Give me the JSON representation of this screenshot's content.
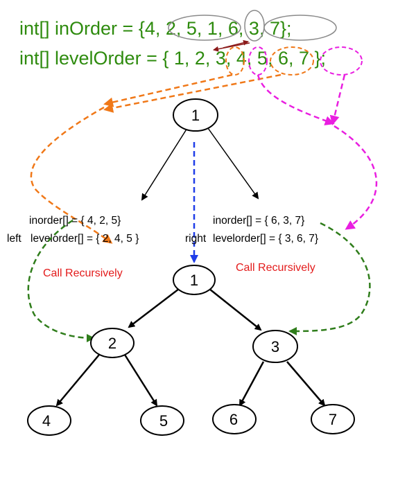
{
  "code": {
    "line1": "int[] inOrder = {4, 2, 5, 1, 6, 3, 7};",
    "line2": "int[] levelOrder = { 1, 2, 3, 4, 5, 6, 7 };"
  },
  "left_subtree": {
    "inorder": "inorder[] = { 4, 2, 5}",
    "prefix": "left",
    "levelorder": "levelorder[] = { 2, 4, 5 }",
    "call": "Call Recursively"
  },
  "right_subtree": {
    "inorder": "inorder[] = { 6, 3, 7}",
    "prefix": "right",
    "levelorder": "levelorder[] = { 3, 6, 7}",
    "call": "Call Recursively"
  },
  "nodes": {
    "top_root": "1",
    "root": "1",
    "n2": "2",
    "n3": "3",
    "n4": "4",
    "n5": "5",
    "n6": "6",
    "n7": "7"
  },
  "colors": {
    "code_green": "#2e8b0e",
    "orange": "#f07818",
    "magenta": "#e91ee0",
    "blue": "#1f3de8",
    "dark_green": "#2f7d1b",
    "dark_red": "#8b1a1a",
    "red_text": "#e31b1b",
    "grey": "#8a8a8a"
  }
}
